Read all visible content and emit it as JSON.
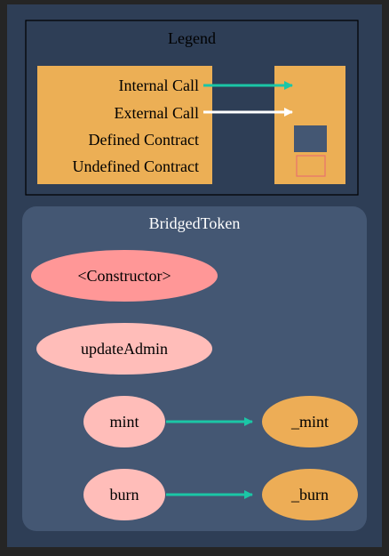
{
  "legend": {
    "title": "Legend",
    "internal_call": "Internal Call",
    "external_call": "External Call",
    "defined_contract": "Defined Contract",
    "undefined_contract": "Undefined Contract"
  },
  "contract": {
    "name": "BridgedToken",
    "functions": {
      "constructor": "<Constructor>",
      "update_admin": "updateAdmin",
      "mint": "mint",
      "burn": "burn",
      "internal_mint": "_mint",
      "internal_burn": "_burn"
    }
  },
  "colors": {
    "background": "#2e3e56",
    "cluster": "#445773",
    "legend_box": "#ecaf55",
    "internal_call": "#1bc6a6",
    "external_call": "#ffffff",
    "constructor": "#ff9797",
    "public_function": "#ffbdb9",
    "internal_function": "#edad56",
    "undefined_contract_border": "#e8726d"
  }
}
